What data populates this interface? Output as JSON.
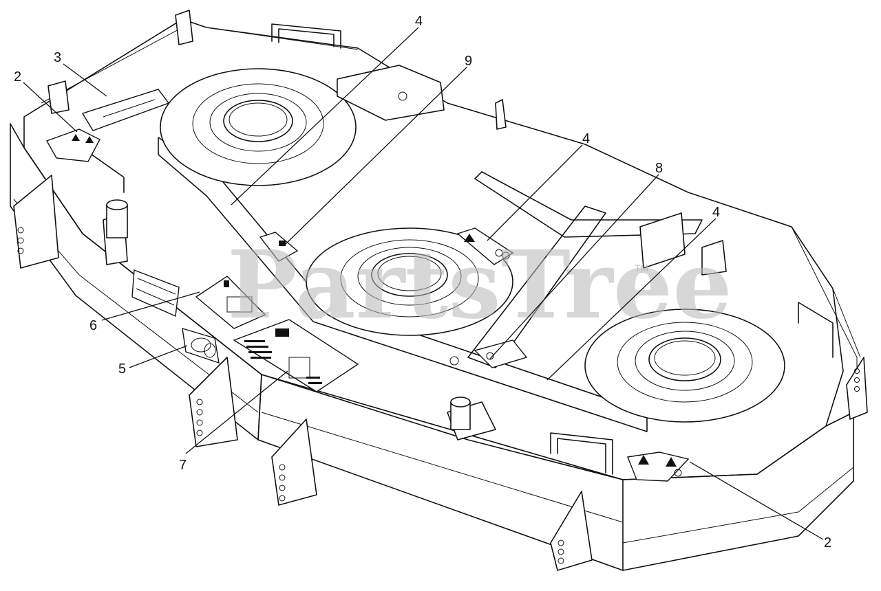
{
  "watermark": {
    "text": "PartsTree",
    "trademark": "TM"
  },
  "callouts": [
    {
      "id": "c1",
      "label": "2"
    },
    {
      "id": "c2",
      "label": "3"
    },
    {
      "id": "c3",
      "label": "4"
    },
    {
      "id": "c4",
      "label": "9"
    },
    {
      "id": "c5",
      "label": "4"
    },
    {
      "id": "c6",
      "label": "8"
    },
    {
      "id": "c7",
      "label": "4"
    },
    {
      "id": "c8",
      "label": "6"
    },
    {
      "id": "c9",
      "label": "5"
    },
    {
      "id": "c10",
      "label": "7"
    },
    {
      "id": "c11",
      "label": "2"
    }
  ]
}
